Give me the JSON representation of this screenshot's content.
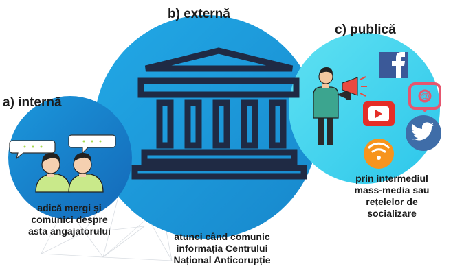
{
  "sections": {
    "internal": {
      "heading": "a) internă",
      "caption": [
        "adică mergi și",
        "comunici despre",
        "asta angajatorului"
      ]
    },
    "external": {
      "heading": "b) externă",
      "caption": [
        "atunci când comunic",
        "informația Centrului",
        "Național Anticorupție"
      ]
    },
    "public": {
      "heading": "c) publică",
      "caption": [
        "prin intermediul",
        "mass-media sau",
        "rețelelor de",
        "socializare"
      ]
    }
  },
  "icons": [
    "speech-bubble-icon",
    "person-icon",
    "institution-building-icon",
    "megaphone-icon",
    "facebook-icon",
    "instagram-icon",
    "youtube-icon",
    "twitter-icon",
    "rss-icon"
  ],
  "colors": {
    "internal_circle": "#1d88cf",
    "external_circle": "#1b9fe0",
    "public_circle": "#3fd6ee",
    "building": "#1f2a44",
    "facebook": "#3b5998",
    "instagram": "#e6566f",
    "youtube": "#e52d27",
    "twitter": "#1da1f2",
    "rss": "#f7941d"
  }
}
